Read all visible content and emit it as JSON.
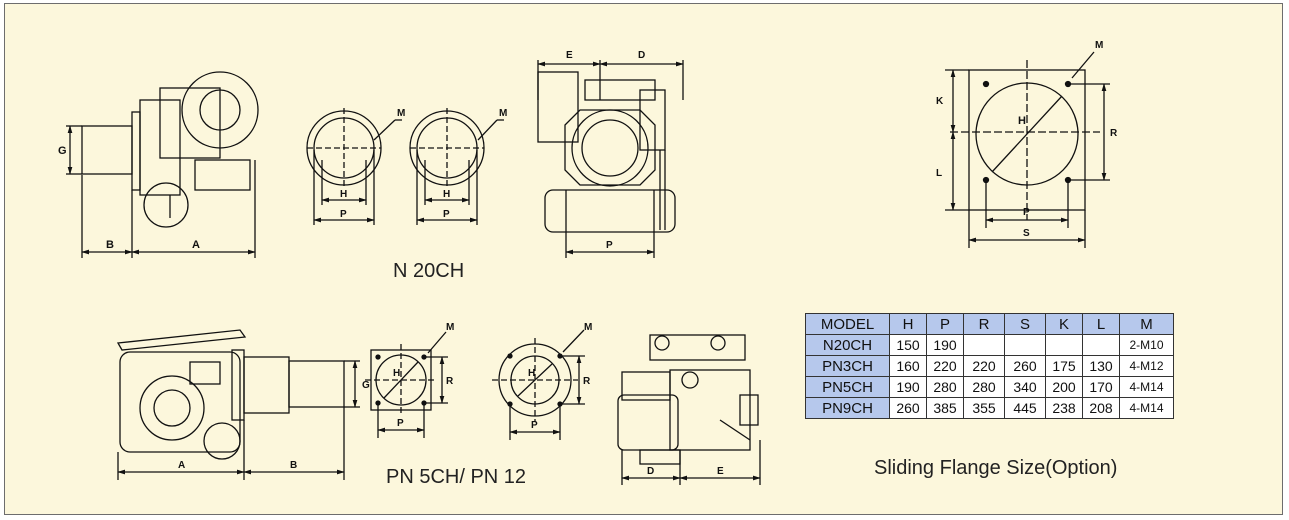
{
  "captions": {
    "n20": "N 20CH",
    "pn5": "PN 5CH/ PN 12",
    "table": "Sliding Flange Size(Option)"
  },
  "drawing_labels": {
    "A": "A",
    "B": "B",
    "D": "D",
    "E": "E",
    "G": "G",
    "H": "H",
    "K": "K",
    "L": "L",
    "M": "M",
    "P": "P",
    "R": "R",
    "S": "S"
  },
  "table": {
    "headers": [
      "MODEL",
      "H",
      "P",
      "R",
      "S",
      "K",
      "L",
      "M"
    ],
    "rows": [
      [
        "N20CH",
        "150",
        "190",
        "",
        "",
        "",
        "",
        "2-M10"
      ],
      [
        "PN3CH",
        "160",
        "220",
        "220",
        "260",
        "175",
        "130",
        "4-M12"
      ],
      [
        "PN5CH",
        "190",
        "280",
        "280",
        "340",
        "200",
        "170",
        "4-M14"
      ],
      [
        "PN9CH",
        "260",
        "385",
        "355",
        "445",
        "238",
        "208",
        "4-M14"
      ]
    ]
  },
  "colors": {
    "background": "#fcf7dc",
    "table_header": "#b6c8ec",
    "line": "#111111"
  }
}
